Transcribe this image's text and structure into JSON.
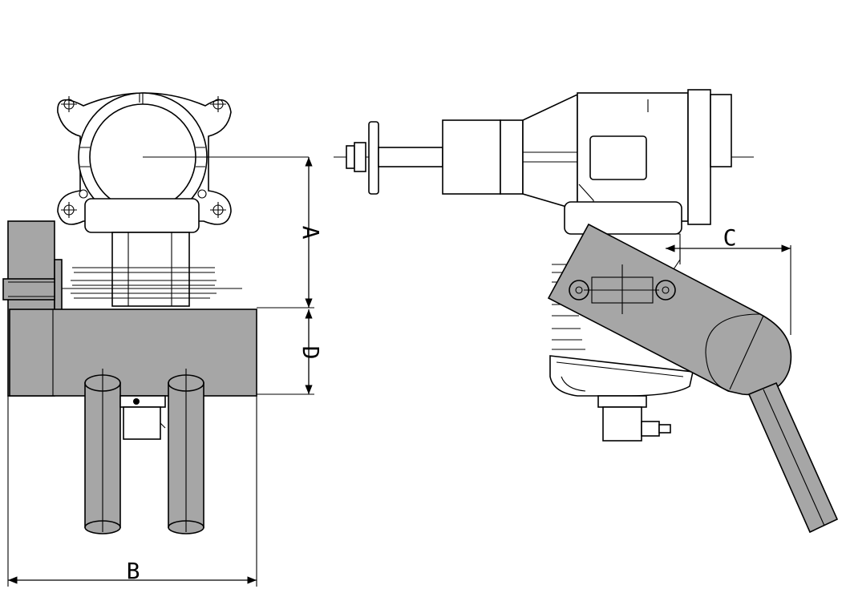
{
  "dimensions": {
    "a": "A",
    "b": "B",
    "c": "C",
    "d": "D"
  },
  "colors": {
    "line": "#000000",
    "fill_gray": "#a6a6a6",
    "background": "#ffffff"
  }
}
